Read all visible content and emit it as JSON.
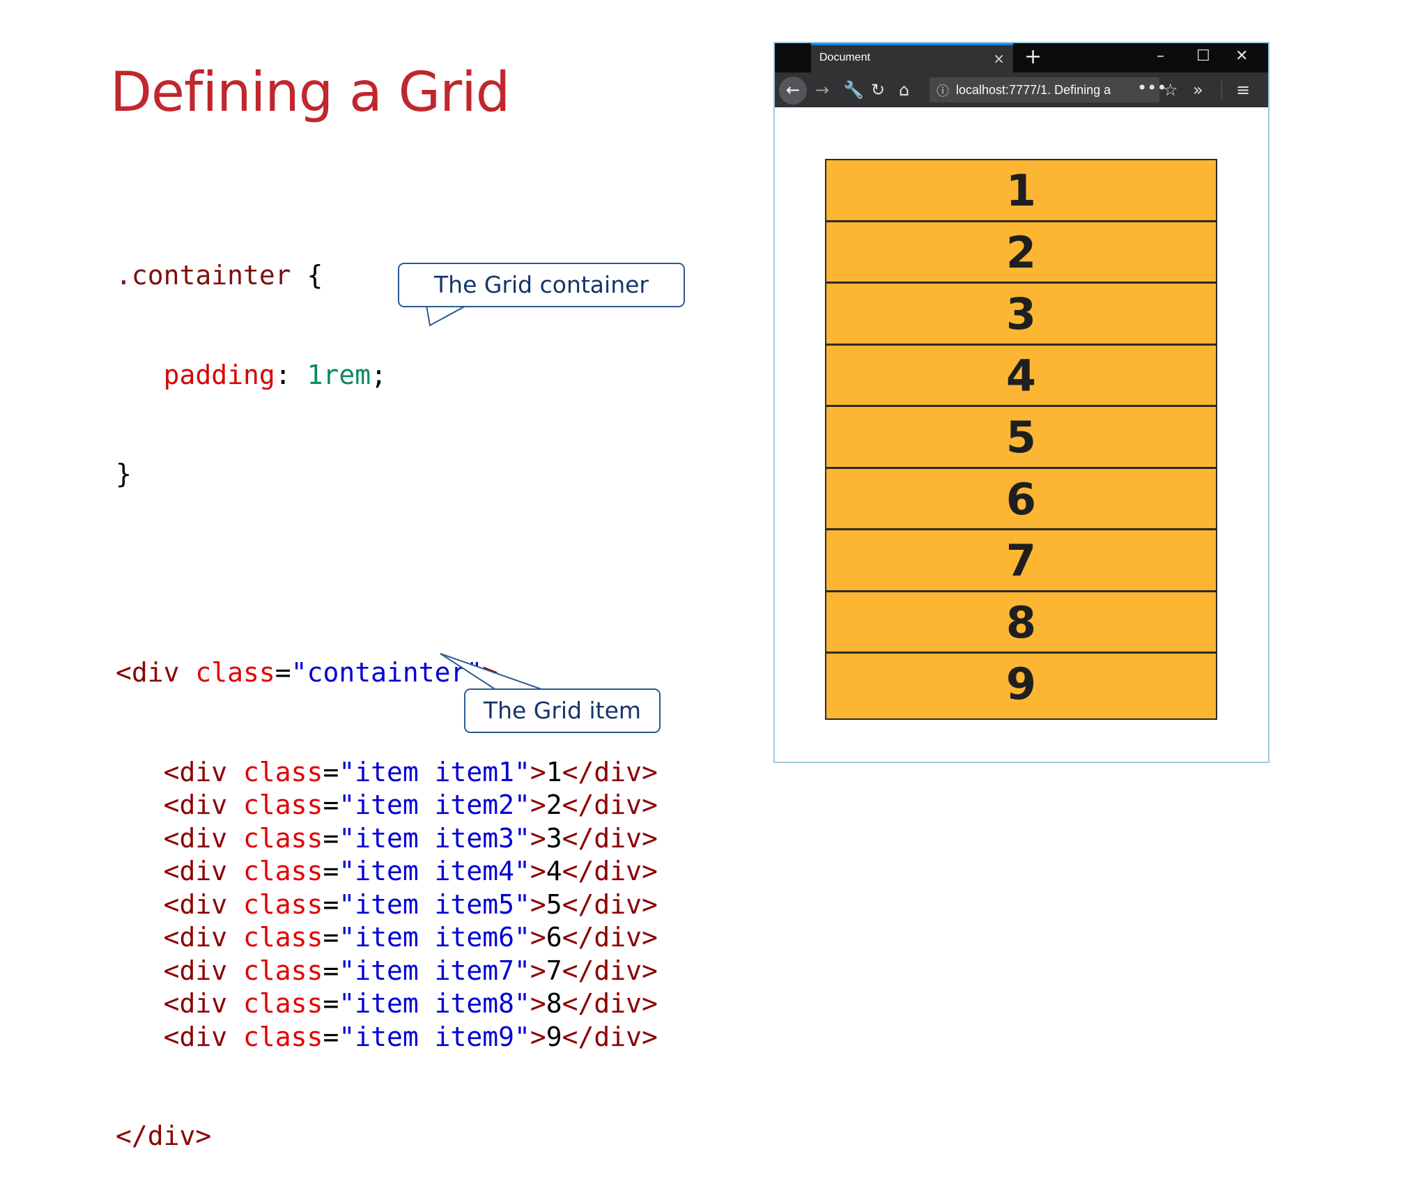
{
  "slide": {
    "title": "Defining a Grid"
  },
  "code": {
    "css_selector": ".containter",
    "css_open_brace": " {",
    "css_property": "padding",
    "css_colon": ": ",
    "css_value": "1rem",
    "css_semicolon": ";",
    "css_close_brace": "}",
    "container_open_tag": "<div",
    "container_attr": "class",
    "container_equals": "=",
    "container_class_value": "\"containter\"",
    "container_tag_end": ">",
    "items": [
      {
        "open": "<div",
        "attr": "class",
        "eq": "=",
        "cls": "\"item item1\"",
        "gt": ">",
        "text": "1",
        "close": "</div>"
      },
      {
        "open": "<div",
        "attr": "class",
        "eq": "=",
        "cls": "\"item item2\"",
        "gt": ">",
        "text": "2",
        "close": "</div>"
      },
      {
        "open": "<div",
        "attr": "class",
        "eq": "=",
        "cls": "\"item item3\"",
        "gt": ">",
        "text": "3",
        "close": "</div>"
      },
      {
        "open": "<div",
        "attr": "class",
        "eq": "=",
        "cls": "\"item item4\"",
        "gt": ">",
        "text": "4",
        "close": "</div>"
      },
      {
        "open": "<div",
        "attr": "class",
        "eq": "=",
        "cls": "\"item item5\"",
        "gt": ">",
        "text": "5",
        "close": "</div>"
      },
      {
        "open": "<div",
        "attr": "class",
        "eq": "=",
        "cls": "\"item item6\"",
        "gt": ">",
        "text": "6",
        "close": "</div>"
      },
      {
        "open": "<div",
        "attr": "class",
        "eq": "=",
        "cls": "\"item item7\"",
        "gt": ">",
        "text": "7",
        "close": "</div>"
      },
      {
        "open": "<div",
        "attr": "class",
        "eq": "=",
        "cls": "\"item item8\"",
        "gt": ">",
        "text": "8",
        "close": "</div>"
      },
      {
        "open": "<div",
        "attr": "class",
        "eq": "=",
        "cls": "\"item item9\"",
        "gt": ">",
        "text": "9",
        "close": "</div>"
      }
    ],
    "container_close_tag": "</div>"
  },
  "callouts": {
    "grid_container": "The Grid  container",
    "grid_item": "The Grid  item"
  },
  "browser": {
    "tab_title": "Document",
    "tab_close_icon": "×",
    "new_tab_icon": "+",
    "minimize_icon": "–",
    "maximize_icon": "☐",
    "close_icon": "✕",
    "back_icon": "←",
    "forward_icon": "→",
    "wrench_icon": "🔧",
    "reload_icon": "↻",
    "home_icon": "⌂",
    "info_icon": "ⓘ",
    "url": "localhost:7777/1. Defining a",
    "more_icon": "•••",
    "star_icon": "☆",
    "overflow_icon": "»",
    "menu_icon": "≡",
    "grid_items": [
      "1",
      "2",
      "3",
      "4",
      "5",
      "6",
      "7",
      "8",
      "9"
    ]
  },
  "colors": {
    "title": "#c0272d",
    "grid_item_background": "#fcb634",
    "callout_border": "#2c5a8f",
    "browser_chrome": "#323234"
  }
}
